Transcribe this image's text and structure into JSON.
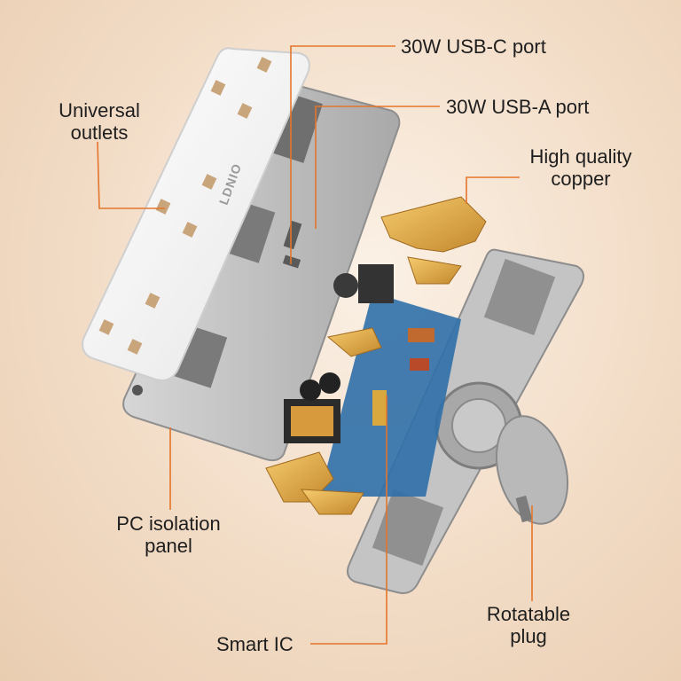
{
  "callouts": {
    "usb_c": "30W USB-C port",
    "usb_a": "30W USB-A port",
    "outlets_line1": "Universal",
    "outlets_line2": "outlets",
    "copper_line1": "High quality",
    "copper_line2": "copper",
    "pc_panel_line1": "PC isolation",
    "pc_panel_line2": "panel",
    "plug_line1": "Rotatable",
    "plug_line2": "plug",
    "smart_ic": "Smart IC"
  },
  "brand_logo": "LDNIO",
  "colors": {
    "leader_line": "#e3762c",
    "copper": "#e0a640",
    "casing": "#f4f4f4",
    "base": "#b5b5b5"
  }
}
